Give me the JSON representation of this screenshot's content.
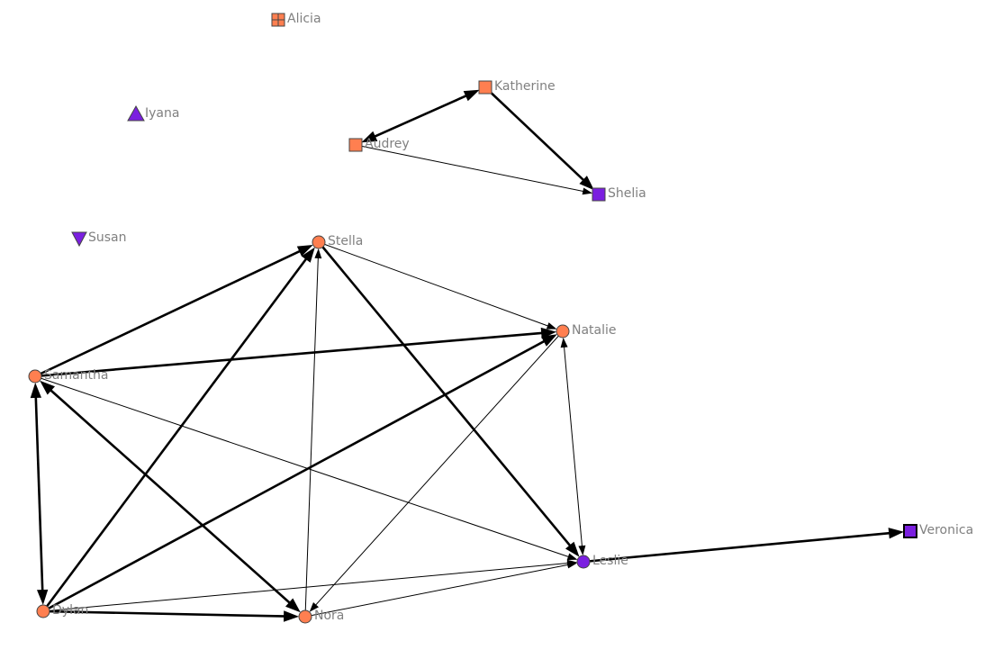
{
  "colors": {
    "orange": "#ff7f50",
    "purple": "#7b1fe0",
    "edge": "#000000",
    "label": "#808080"
  },
  "nodes": [
    {
      "id": "alicia",
      "label": "Alicia",
      "shape": "square-cross",
      "color": "orange"
    },
    {
      "id": "iyana",
      "label": "Iyana",
      "shape": "triangle-up",
      "color": "purple"
    },
    {
      "id": "katherine",
      "label": "Katherine",
      "shape": "square",
      "color": "orange"
    },
    {
      "id": "audrey",
      "label": "Audrey",
      "shape": "square",
      "color": "orange"
    },
    {
      "id": "shelia",
      "label": "Shelia",
      "shape": "square",
      "color": "purple"
    },
    {
      "id": "susan",
      "label": "Susan",
      "shape": "triangle-down",
      "color": "purple"
    },
    {
      "id": "stella",
      "label": "Stella",
      "shape": "circle",
      "color": "orange"
    },
    {
      "id": "natalie",
      "label": "Natalie",
      "shape": "circle",
      "color": "orange"
    },
    {
      "id": "samantha",
      "label": "Samantha",
      "shape": "circle",
      "color": "orange"
    },
    {
      "id": "veronica",
      "label": "Veronica",
      "shape": "square-bold",
      "color": "purple"
    },
    {
      "id": "leslie",
      "label": "Leslie",
      "shape": "circle",
      "color": "purple"
    },
    {
      "id": "dylan",
      "label": "Dylan",
      "shape": "circle",
      "color": "orange"
    },
    {
      "id": "nora",
      "label": "Nora",
      "shape": "circle",
      "color": "orange"
    }
  ],
  "edges": [
    {
      "from": "katherine",
      "to": "audrey",
      "weight": 2,
      "both": true
    },
    {
      "from": "katherine",
      "to": "shelia",
      "weight": 2,
      "both": false
    },
    {
      "from": "audrey",
      "to": "shelia",
      "weight": 1,
      "both": false
    },
    {
      "from": "samantha",
      "to": "stella",
      "weight": 2,
      "both": false
    },
    {
      "from": "samantha",
      "to": "natalie",
      "weight": 2,
      "both": false
    },
    {
      "from": "samantha",
      "to": "leslie",
      "weight": 1,
      "both": false
    },
    {
      "from": "samantha",
      "to": "dylan",
      "weight": 2,
      "both": true
    },
    {
      "from": "samantha",
      "to": "nora",
      "weight": 2,
      "both": true
    },
    {
      "from": "stella",
      "to": "natalie",
      "weight": 1,
      "both": false
    },
    {
      "from": "stella",
      "to": "leslie",
      "weight": 2,
      "both": false
    },
    {
      "from": "nora",
      "to": "stella",
      "weight": 1,
      "both": false
    },
    {
      "from": "dylan",
      "to": "stella",
      "weight": 2,
      "both": false
    },
    {
      "from": "dylan",
      "to": "natalie",
      "weight": 2,
      "both": false
    },
    {
      "from": "dylan",
      "to": "nora",
      "weight": 2,
      "both": false
    },
    {
      "from": "dylan",
      "to": "leslie",
      "weight": 1,
      "both": false
    },
    {
      "from": "natalie",
      "to": "nora",
      "weight": 1,
      "both": false
    },
    {
      "from": "natalie",
      "to": "leslie",
      "weight": 1,
      "both": true
    },
    {
      "from": "nora",
      "to": "leslie",
      "weight": 1,
      "both": false
    },
    {
      "from": "leslie",
      "to": "veronica",
      "weight": 2,
      "both": false
    }
  ]
}
